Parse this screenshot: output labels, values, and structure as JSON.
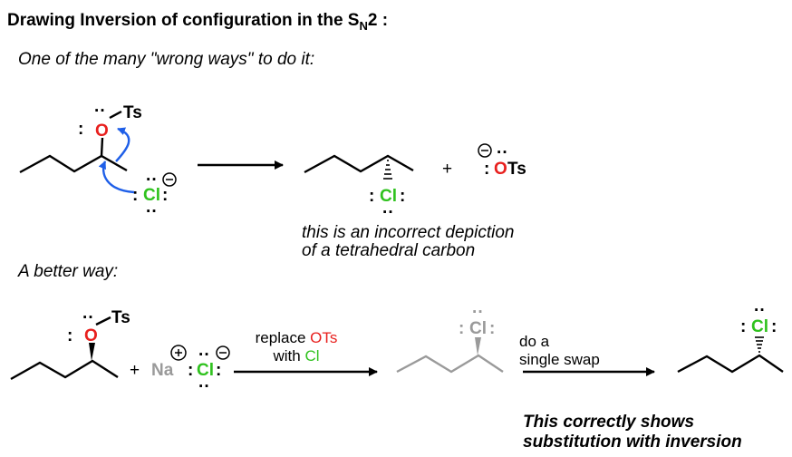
{
  "title": {
    "main": "Drawing Inversion of configuration in the S",
    "sub": "N",
    "tail": "2 :"
  },
  "wrong_way_heading": "One of the many \"wrong ways\" to do it:",
  "incorrect_note": [
    "this is an incorrect depiction",
    "of a tetrahedral carbon"
  ],
  "better_way_heading": "A better way:",
  "step1": {
    "prefix": "replace ",
    "ots": "OTs",
    "with": "with ",
    "cl": "Cl"
  },
  "step2": [
    "do a",
    "single swap"
  ],
  "conclusion": [
    "This correctly shows",
    "substitution with inversion"
  ],
  "atoms": {
    "O": "O",
    "Ts": "Ts",
    "Cl": "Cl",
    "OTs": "OTs",
    "Na": "Na",
    "plus": "+"
  },
  "colors": {
    "oxygen": "#e8201e",
    "chlorine": "#2fc21e",
    "arrow_blue": "#1f5fe8",
    "gray": "#9a9a9a"
  }
}
